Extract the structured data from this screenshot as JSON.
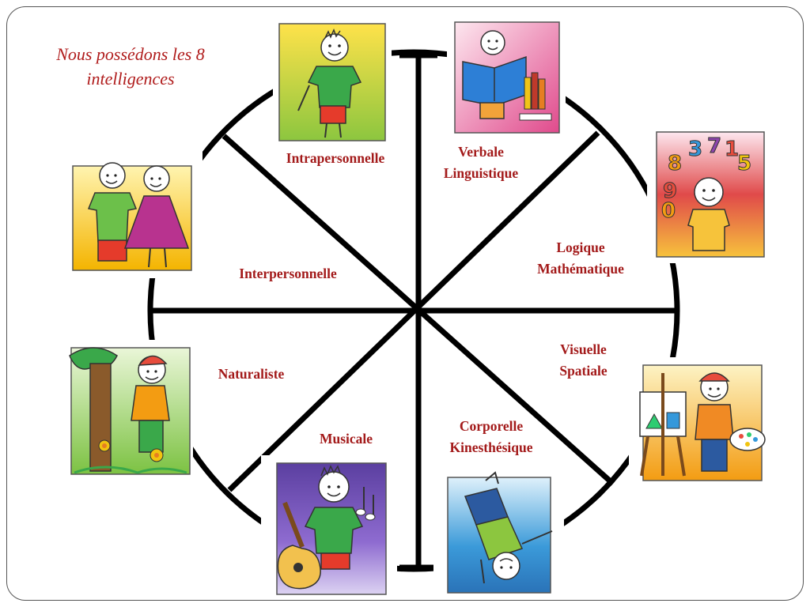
{
  "title": {
    "line1": "Nous  possédons les 8",
    "line2": "intelligences"
  },
  "segments": {
    "intrapersonnelle": {
      "lines": [
        "Intrapersonnelle"
      ],
      "image": "child-standing-icon"
    },
    "verbale": {
      "lines": [
        "Verbale",
        "Linguistique"
      ],
      "image": "child-reading-book-icon"
    },
    "logique": {
      "lines": [
        "Logique",
        "Mathématique"
      ],
      "image": "child-numbers-icon"
    },
    "visuelle": {
      "lines": [
        "Visuelle",
        "Spatiale"
      ],
      "image": "child-painter-easel-icon"
    },
    "corporelle": {
      "lines": [
        "Corporelle",
        "Kinesthésique"
      ],
      "image": "child-cartwheel-icon"
    },
    "musicale": {
      "lines": [
        "Musicale"
      ],
      "image": "child-guitar-icon"
    },
    "naturaliste": {
      "lines": [
        "Naturaliste"
      ],
      "image": "child-tree-flowers-icon"
    },
    "interpersonnelle": {
      "lines": [
        "Interpersonnelle"
      ],
      "image": "two-children-icon"
    }
  },
  "colors": {
    "text": "#a31a1a",
    "wheel": "#000000",
    "frame": "#555555"
  }
}
